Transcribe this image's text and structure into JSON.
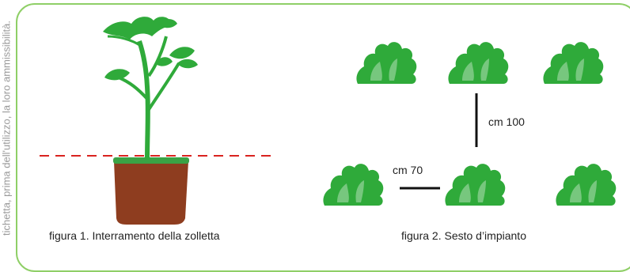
{
  "side_note": "tichetta, prima dell'utilizzo, la loro ammissibilità.",
  "figure1": {
    "caption": "figura 1. Interramento della zolletta"
  },
  "figure2": {
    "caption": "figura 2. Sesto d’impianto",
    "vertical_spacing_label": "cm 100",
    "horizontal_spacing_label": "cm 70"
  },
  "colors": {
    "panel_border": "#8fcf67",
    "plant_green": "#2faa3a",
    "pot_brown": "#8e3d1f",
    "soil_line_red": "#d9231f"
  },
  "icons": [
    "tomato-plant-icon",
    "pot-icon",
    "bush-icon"
  ]
}
